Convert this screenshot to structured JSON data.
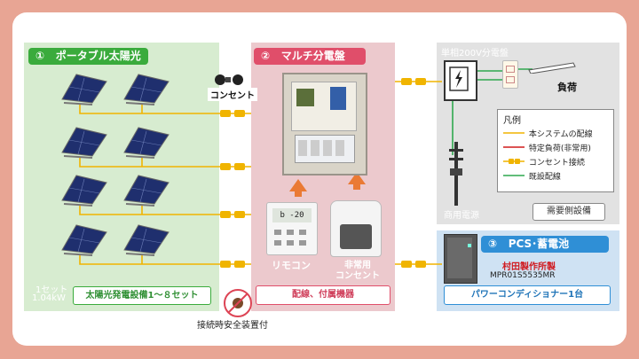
{
  "sections": {
    "solar": {
      "num": "①",
      "title": "ポータブル太陽光",
      "set_line1": "1セット",
      "set_line2": "1.04kW",
      "caption": "太陽光発電設備1～８セット"
    },
    "dist": {
      "num": "②",
      "title": "マルチ分電盤",
      "caption": "配線、付属機器"
    },
    "pcs": {
      "num": "③",
      "title": "PCS･蓄電池",
      "maker": "村田製作所製",
      "model": "MPR01S5535MR",
      "caption": "パワーコンディショナー1台"
    }
  },
  "labels": {
    "outlet": "コンセント",
    "remote": "リモコン",
    "emergency_line1": "非常用",
    "emergency_line2": "コンセント",
    "remote_display": "b -20",
    "safety": "接続時安全装置付",
    "grid_panel": "単相200V分電盤",
    "load": "負荷",
    "utility": "商用電源",
    "demand_side": "需要側設備"
  },
  "legend": {
    "title": "凡例",
    "items": [
      {
        "label": "本システムの配線",
        "color": "#f0b400",
        "kind": "line"
      },
      {
        "label": "特定負荷(非常用)",
        "color": "#d11a1a",
        "kind": "line"
      },
      {
        "label": "コンセント接続",
        "color": "#f0b400",
        "kind": "plug"
      },
      {
        "label": "既設配線",
        "color": "#2fa84f",
        "kind": "line"
      }
    ]
  },
  "colors": {
    "solar_tag": "#3aab3c",
    "dist_tag": "#e04e6a",
    "pcs_tag": "#2f8fd6",
    "wire_system": "#f0b400",
    "wire_existing": "#2fa84f"
  }
}
